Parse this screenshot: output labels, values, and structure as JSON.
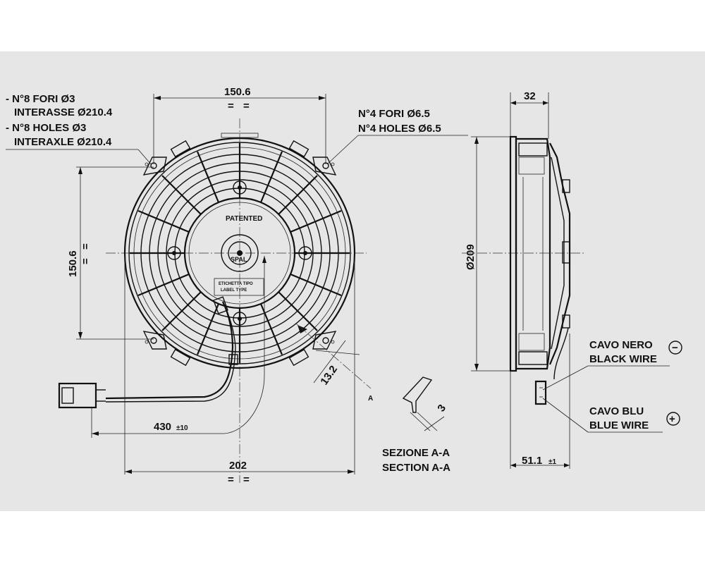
{
  "labels": {
    "holes_small_it_count": "- N°8 FORI Ø3",
    "holes_small_it_pitch": "INTERASSE Ø210.4",
    "holes_small_en_count": "- N°8 HOLES Ø3",
    "holes_small_en_pitch": "INTERAXLE Ø210.4",
    "holes_large_it": "N°4 FORI Ø6.5",
    "holes_large_en": "N°4 HOLES Ø6.5",
    "cable_black_it": "CAVO NERO",
    "cable_black_en": "BLACK WIRE",
    "cable_blue_it": "CAVO BLU",
    "cable_blue_en": "BLUE WIRE",
    "section_it": "SEZIONE A-A",
    "section_en": "SECTION A-A",
    "patented": "PATENTED",
    "label_type_it": "ETICHETTA TIPO",
    "label_type_en": "LABEL TYPE",
    "brand": "SPAL",
    "section_mark": "A"
  },
  "dimensions": {
    "top_width": "150.6",
    "side_height": "150.6",
    "overall_width": "202",
    "cable_length": "430",
    "cable_tolerance": "±10",
    "diameter": "Ø209",
    "depth": "32",
    "total_depth": "51.1",
    "total_depth_tolerance": "±1",
    "rib": "13.2",
    "section_thickness": "3"
  },
  "symbols": {
    "minus": "−",
    "plus": "+",
    "equal": "="
  }
}
